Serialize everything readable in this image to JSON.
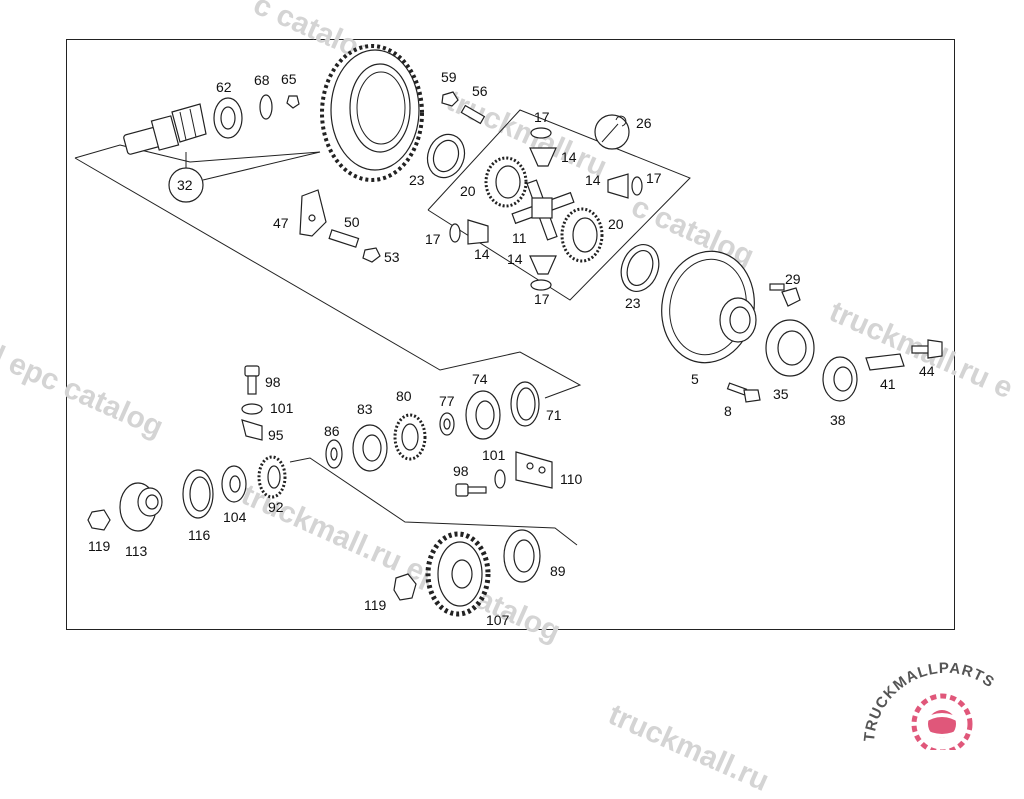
{
  "watermark": {
    "text_1": "c catalog",
    "text_2": "l epc catalog",
    "text_3": "truckmall.ru epc catalog",
    "text_4": "c catalog",
    "text_5": "truckmall.ru e",
    "text_6": "truckmall.ru",
    "text_7": "truckmall.ru epc catalog",
    "text_8": "truckmall.ru",
    "color": "#d4d4d4"
  },
  "logo": {
    "brand": "TRUCKMALLPARTS",
    "color_text": "#555555",
    "color_accent": "#e0577a"
  },
  "labels": {
    "l62": "62",
    "l68": "68",
    "l65": "65",
    "l59": "59",
    "l56": "56",
    "l32": "32",
    "l17a": "17",
    "l14a": "14",
    "l26": "26",
    "l23a": "23",
    "l20a": "20",
    "l14b": "14",
    "l17b": "17",
    "l47": "47",
    "l50": "50",
    "l53": "53",
    "l17c": "17",
    "l11": "11",
    "l14c": "14",
    "l20b": "20",
    "l14d": "14",
    "l17d": "17",
    "l23b": "23",
    "l29": "29",
    "l5": "5",
    "l35": "35",
    "l8": "8",
    "l38": "38",
    "l41": "41",
    "l44": "44",
    "l98a": "98",
    "l101a": "101",
    "l95": "95",
    "l83": "83",
    "l80": "80",
    "l77": "77",
    "l74": "74",
    "l86": "86",
    "l71": "71",
    "l98b": "98",
    "l101b": "101",
    "l110": "110",
    "l92": "92",
    "l104": "104",
    "l116": "116",
    "l113": "113",
    "l119a": "119",
    "l119b": "119",
    "l107": "107",
    "l89": "89"
  }
}
